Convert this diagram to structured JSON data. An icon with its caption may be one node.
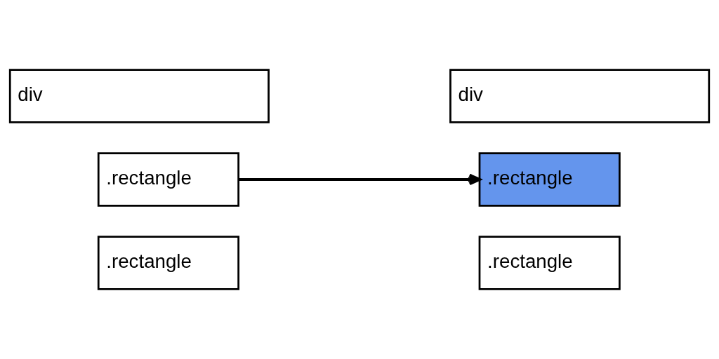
{
  "diagram": {
    "nodes": [
      {
        "text": [
          "div"
        ]
      },
      {
        "text": [
          ".rectangle"
        ]
      },
      {
        "text": [
          ".rectangle"
        ]
      },
      {
        "text": [
          "div"
        ]
      },
      {
        "text": [
          ".rectangle"
        ]
      },
      {
        "text": [
          ".rectangle"
        ]
      }
    ],
    "edges": [
      {
        "from": 1,
        "to": 4,
        "arrow": "to"
      }
    ]
  }
}
